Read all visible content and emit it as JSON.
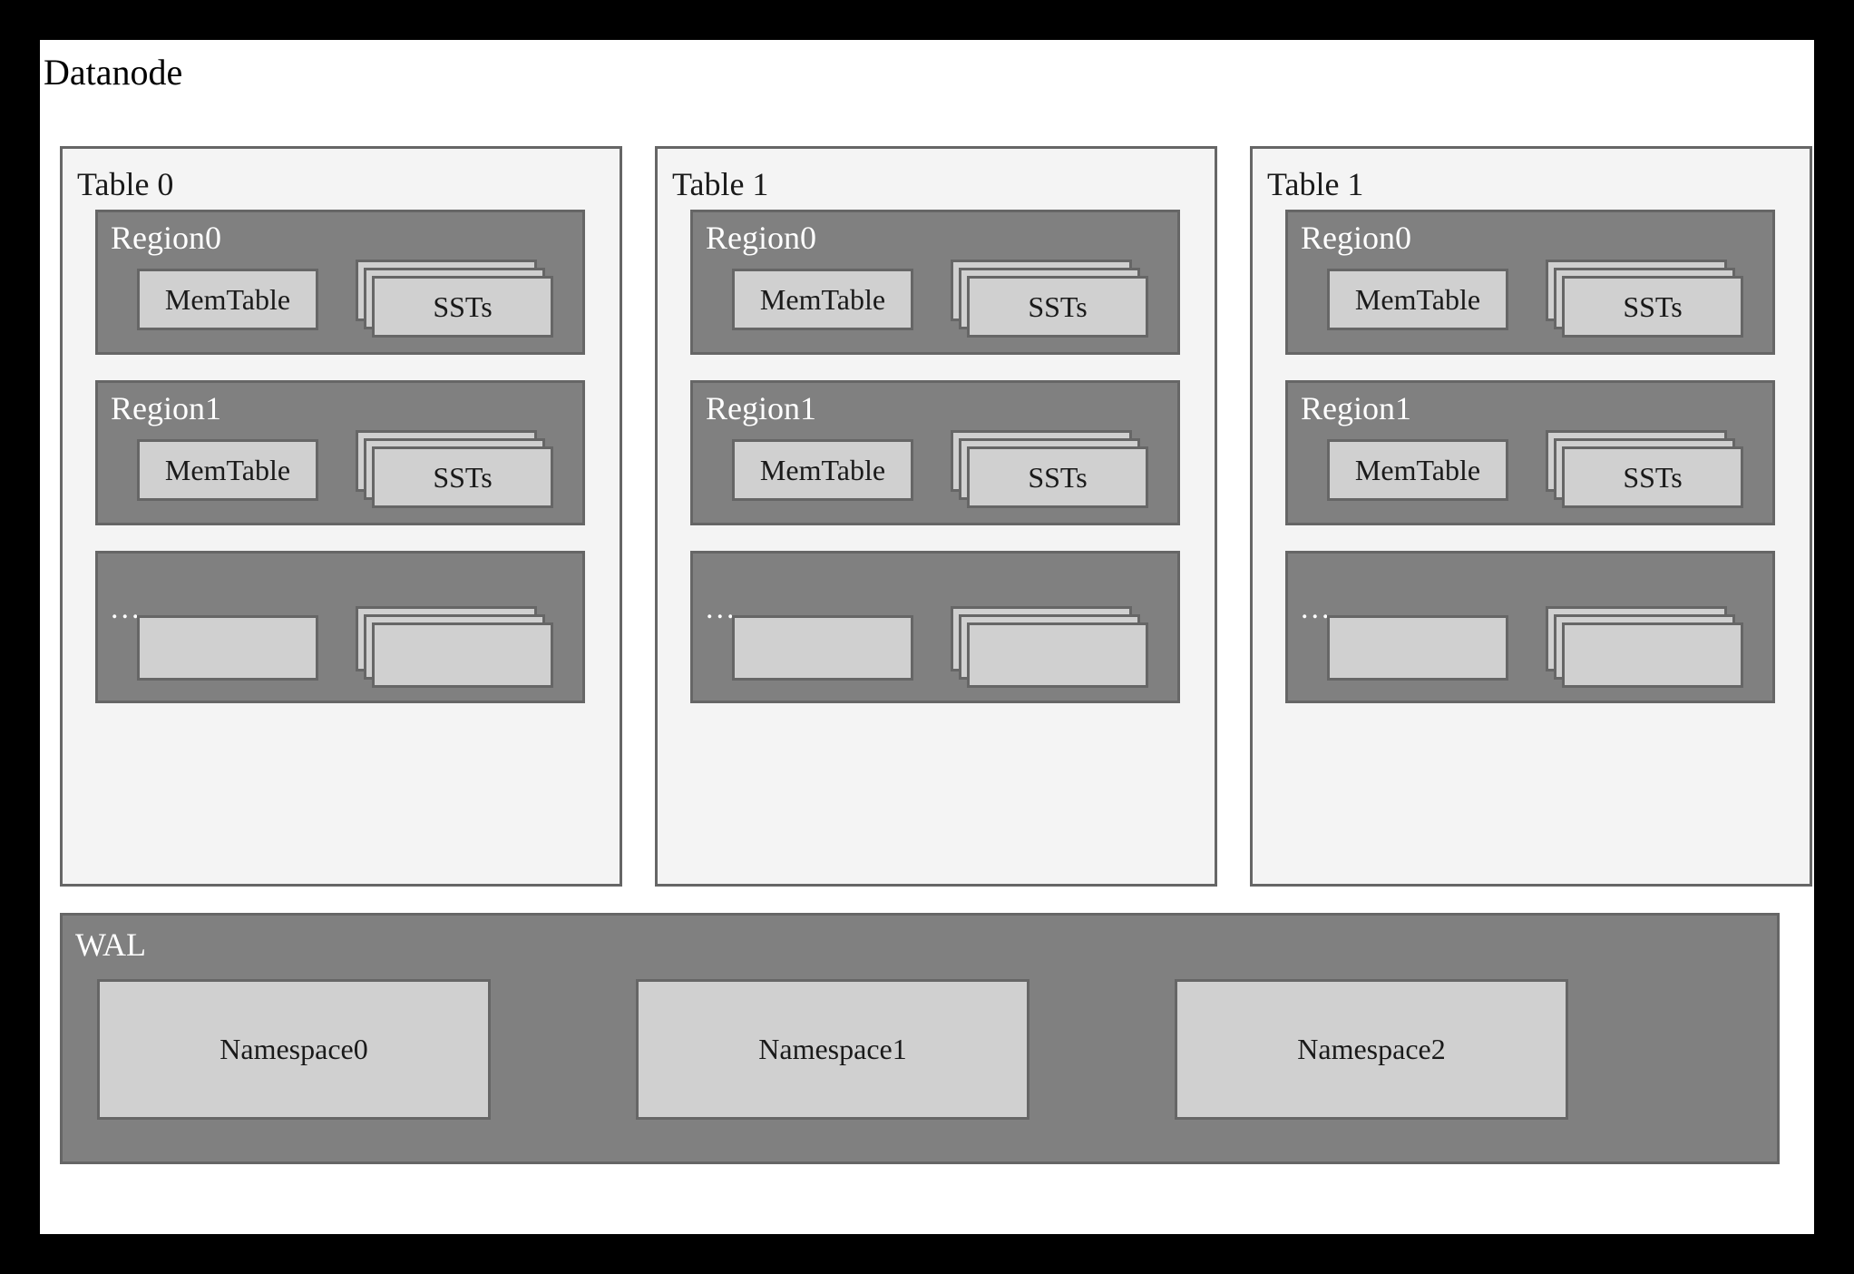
{
  "diagram": {
    "title": "Datanode",
    "background_color": "#ffffff",
    "outer_border_color": "#000000",
    "panel_background": "#f4f4f4",
    "region_fill": "#808080",
    "box_fill": "#d0d0d0",
    "border_color": "#666666",
    "text_color_dark": "#1a1a1a",
    "text_color_light": "#ffffff"
  },
  "tables": [
    {
      "label": "Table 0",
      "regions": [
        {
          "label": "Region0",
          "memtable": "MemTable",
          "ssts": "SSTs",
          "sst_layer_count": 3
        },
        {
          "label": "Region1",
          "memtable": "MemTable",
          "ssts": "SSTs",
          "sst_layer_count": 3
        },
        {
          "label": "...",
          "memtable": "",
          "ssts": "",
          "sst_layer_count": 3
        }
      ]
    },
    {
      "label": "Table 1",
      "regions": [
        {
          "label": "Region0",
          "memtable": "MemTable",
          "ssts": "SSTs",
          "sst_layer_count": 3
        },
        {
          "label": "Region1",
          "memtable": "MemTable",
          "ssts": "SSTs",
          "sst_layer_count": 3
        },
        {
          "label": "...",
          "memtable": "",
          "ssts": "",
          "sst_layer_count": 3
        }
      ]
    },
    {
      "label": "Table 1",
      "regions": [
        {
          "label": "Region0",
          "memtable": "MemTable",
          "ssts": "SSTs",
          "sst_layer_count": 3
        },
        {
          "label": "Region1",
          "memtable": "MemTable",
          "ssts": "SSTs",
          "sst_layer_count": 3
        },
        {
          "label": "...",
          "memtable": "",
          "ssts": "",
          "sst_layer_count": 3
        }
      ]
    }
  ],
  "wal": {
    "label": "WAL",
    "namespaces": [
      {
        "label": "Namespace0"
      },
      {
        "label": "Namespace1"
      },
      {
        "label": "Namespace2"
      }
    ]
  }
}
